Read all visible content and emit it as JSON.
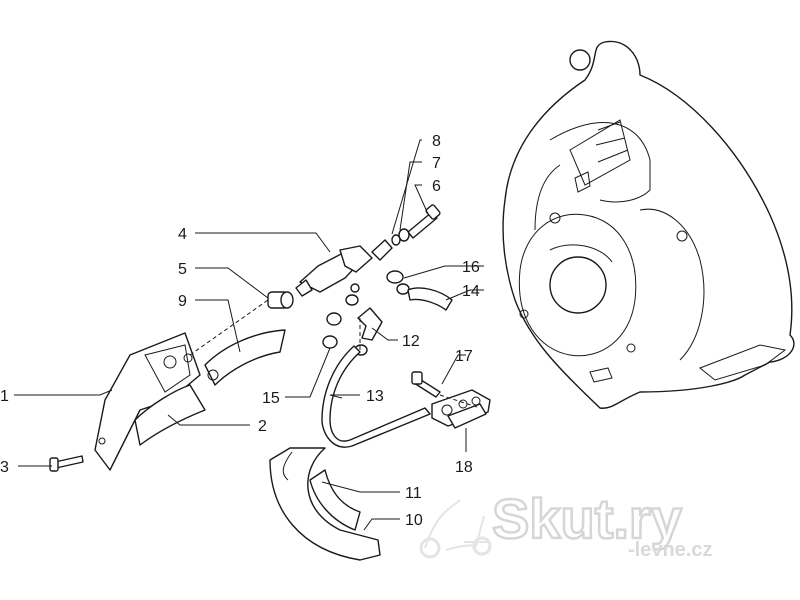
{
  "callouts": {
    "c1": "1",
    "c2": "2",
    "c3": "3",
    "c4": "4",
    "c5": "5",
    "c6": "6",
    "c7": "7",
    "c8": "8",
    "c9": "9",
    "c10": "10",
    "c11": "11",
    "c12": "12",
    "c13": "13",
    "c14": "14",
    "c15": "15",
    "c16": "16",
    "c17": "17",
    "c18": "18"
  },
  "watermark": {
    "brand": "Skut.ry",
    "tagline": "-levne.cz"
  }
}
